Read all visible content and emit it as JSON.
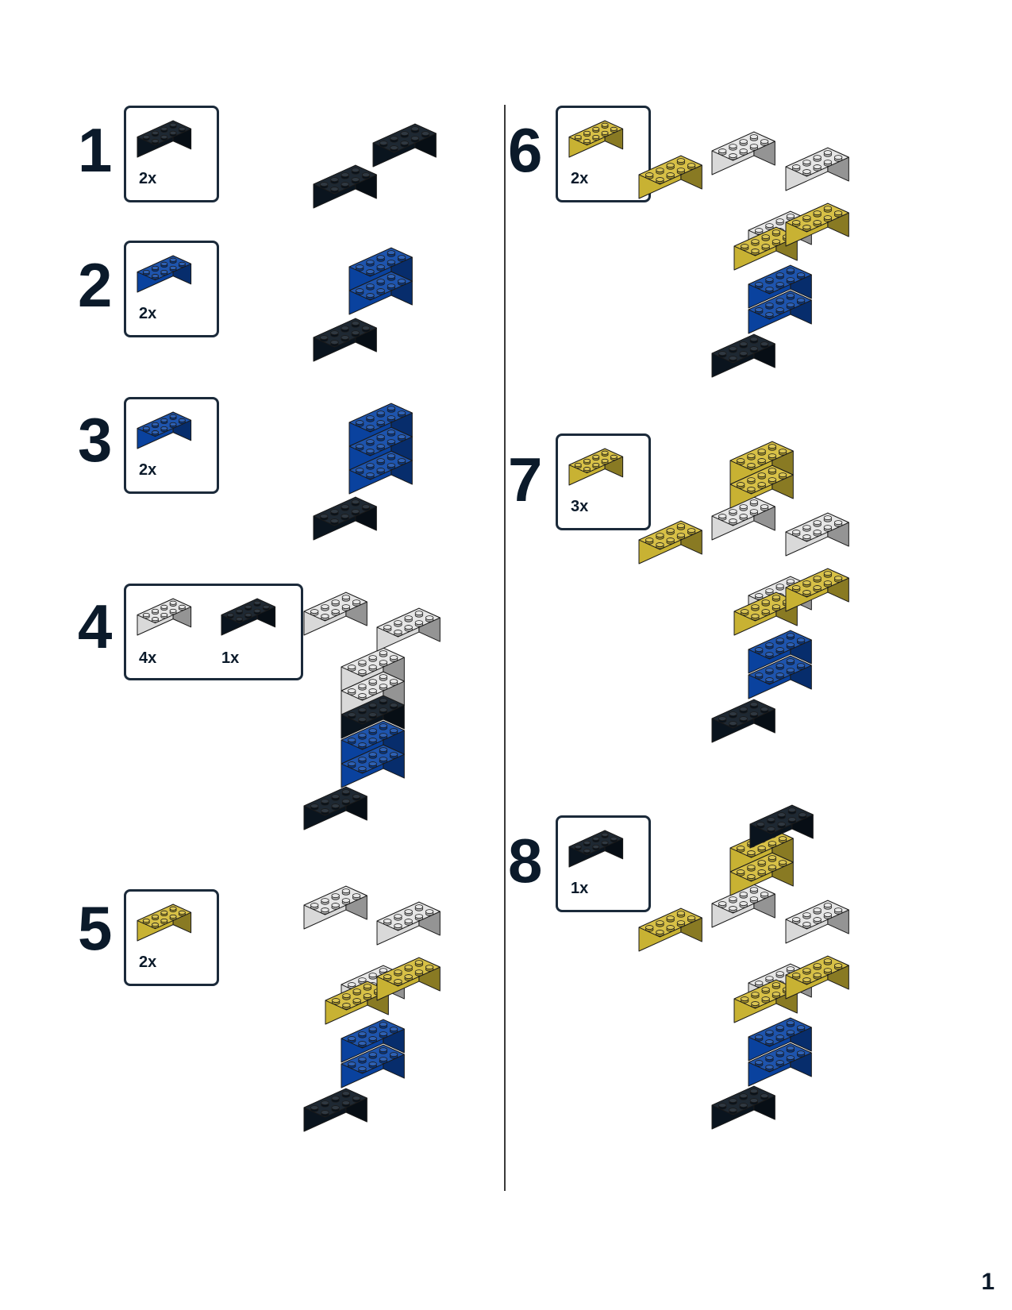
{
  "colors": {
    "black": "#0a1520",
    "blue": "#0a45a6",
    "white": "#e4e4e4",
    "yellow": "#d3bb36"
  },
  "steps": [
    {
      "number": "1",
      "parts": [
        {
          "color": "black",
          "qty": "2x"
        }
      ]
    },
    {
      "number": "2",
      "parts": [
        {
          "color": "blue",
          "qty": "2x"
        }
      ]
    },
    {
      "number": "3",
      "parts": [
        {
          "color": "blue",
          "qty": "2x"
        }
      ]
    },
    {
      "number": "4",
      "parts": [
        {
          "color": "white",
          "qty": "4x"
        },
        {
          "color": "black",
          "qty": "1x"
        }
      ]
    },
    {
      "number": "5",
      "parts": [
        {
          "color": "yellow",
          "qty": "2x"
        }
      ]
    },
    {
      "number": "6",
      "parts": [
        {
          "color": "yellow",
          "qty": "2x"
        }
      ]
    },
    {
      "number": "7",
      "parts": [
        {
          "color": "yellow",
          "qty": "3x"
        }
      ]
    },
    {
      "number": "8",
      "parts": [
        {
          "color": "black",
          "qty": "1x"
        }
      ]
    }
  ],
  "page_number": "1"
}
